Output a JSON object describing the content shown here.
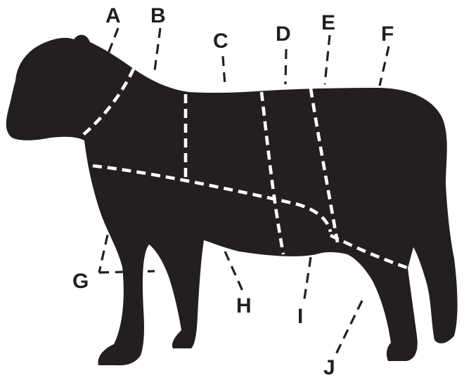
{
  "colors": {
    "silhouette": "#231f20",
    "cut_lines": "#ffffff",
    "labels": "#231f20",
    "background": "#ffffff"
  },
  "labels": {
    "A": "A",
    "B": "B",
    "C": "C",
    "D": "D",
    "E": "E",
    "F": "F",
    "G": "G",
    "H": "H",
    "I": "I",
    "J": "J"
  }
}
